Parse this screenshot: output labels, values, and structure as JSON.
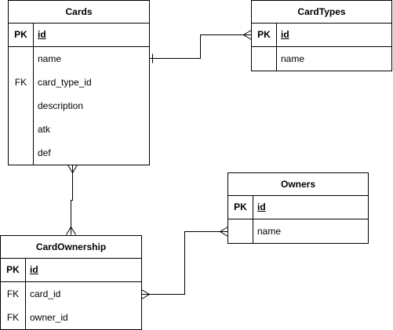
{
  "colors": {
    "stroke": "#000000",
    "fill": "#ffffff"
  },
  "entities": {
    "cards": {
      "title": "Cards",
      "rows": [
        {
          "key": "PK",
          "name": "id"
        },
        {
          "key": "",
          "name": "name"
        },
        {
          "key": "FK",
          "name": "card_type_id"
        },
        {
          "key": "",
          "name": "description"
        },
        {
          "key": "",
          "name": "atk"
        },
        {
          "key": "",
          "name": "def"
        }
      ]
    },
    "cardtypes": {
      "title": "CardTypes",
      "rows": [
        {
          "key": "PK",
          "name": "id"
        },
        {
          "key": "",
          "name": "name"
        }
      ]
    },
    "owners": {
      "title": "Owners",
      "rows": [
        {
          "key": "PK",
          "name": "id"
        },
        {
          "key": "",
          "name": "name"
        }
      ]
    },
    "cardownership": {
      "title": "CardOwnership",
      "rows": [
        {
          "key": "PK",
          "name": "id"
        },
        {
          "key": "FK",
          "name": "card_id"
        },
        {
          "key": "FK",
          "name": "owner_id"
        }
      ]
    }
  },
  "relationships": [
    {
      "from": "cards",
      "to": "cardtypes",
      "from_end": "one",
      "to_end": "many"
    },
    {
      "from": "cards",
      "to": "cardownership",
      "from_end": "many",
      "to_end": "many"
    },
    {
      "from": "cardownership",
      "to": "owners",
      "from_end": "many",
      "to_end": "many"
    }
  ]
}
